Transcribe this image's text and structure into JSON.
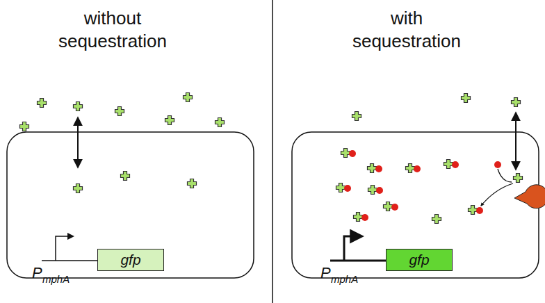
{
  "diagram": {
    "nodes": [
      {
        "text": [
          "gfp"
        ]
      },
      {
        "text": [
          "gfp"
        ]
      }
    ],
    "labels": [
      "without sequestration",
      "with sequestration",
      "P",
      "mphA",
      "P",
      "mphA"
    ]
  }
}
